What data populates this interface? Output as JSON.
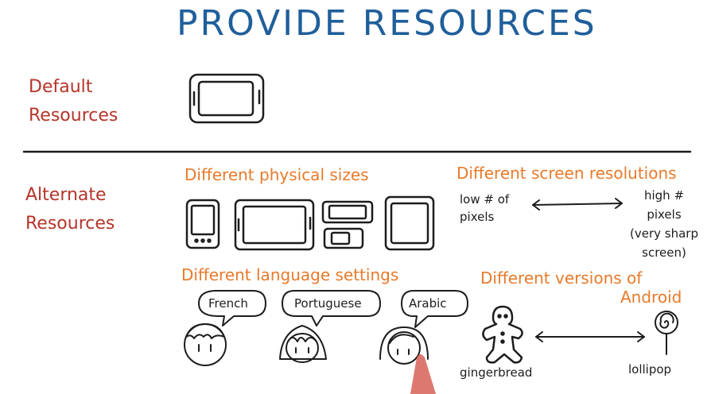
{
  "title": "PROVIDE RESOURCES",
  "default_label": [
    "Default",
    "Resources"
  ],
  "alternate_label": [
    "Alternate",
    "Resources"
  ],
  "sections": {
    "sizes": "Different physical sizes",
    "resolutions": "Different screen resolutions",
    "languages": "Different language settings",
    "versions": [
      "Different versions of",
      "Android"
    ]
  },
  "resolution": {
    "low": [
      "low # of",
      "pixels"
    ],
    "high": [
      "high #",
      "pixels",
      "(very sharp",
      "screen)"
    ]
  },
  "languages": [
    "French",
    "Portuguese",
    "Arabic"
  ],
  "versions": [
    "gingerbread",
    "lollipop"
  ],
  "colors": {
    "title": "#1f5f9b",
    "label": "#b5342a",
    "heading": "#e87a2a",
    "ink": "#1d1d1d"
  }
}
